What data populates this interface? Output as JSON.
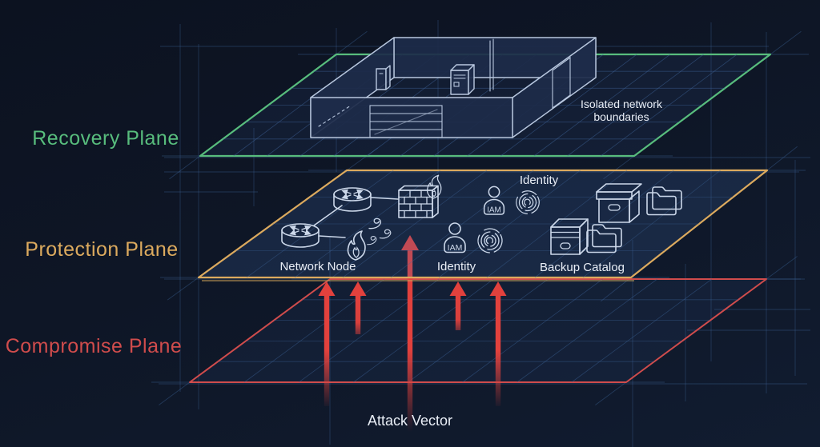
{
  "colors": {
    "background": "#0d1424",
    "recovery_green": "#58bd7d",
    "protection_orange": "#dcaa5e",
    "compromise_red": "#d04c4c",
    "arrow_red": "#e2413d",
    "blueprint_blue": "#3f669c",
    "icon_stroke": "#ccd8ea",
    "text_white": "#e9eef6"
  },
  "planes": {
    "recovery": {
      "label": "Recovery Plane"
    },
    "protection": {
      "label": "Protection Plane"
    },
    "compromise": {
      "label": "Compromise Plane"
    }
  },
  "recovery_plane": {
    "annotation": {
      "line1": "Isolated network",
      "line2": "boundaries"
    }
  },
  "protection_plane": {
    "network_node_label": "Network Node",
    "identity_front_label": "Identity",
    "identity_back_label": "Identity",
    "backup_catalog_label": "Backup Catalog",
    "iam_front_badge": "IAM",
    "iam_back_badge": "IAM"
  },
  "attack": {
    "label": "Attack Vector"
  },
  "icons": {
    "building": "isolated-building-icon",
    "router": "router-icon",
    "firewall": "firewall-icon",
    "fire": "fire-icon",
    "smoke": "smoke-icon",
    "identity_person": "identity-person-icon",
    "fingerprint": "fingerprint-icon",
    "storage_box": "storage-box-icon",
    "archive_box": "archive-box-icon",
    "folders": "folders-icon",
    "attack_arrow": "attack-arrow-icon"
  }
}
